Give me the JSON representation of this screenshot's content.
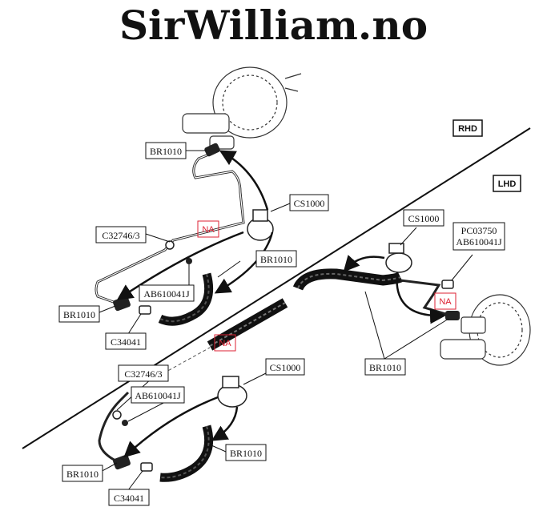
{
  "title": "SirWilliam.no",
  "regions": {
    "rhd": "RHD",
    "lhd": "LHD"
  },
  "colors": {
    "na": "#dd2233",
    "ink": "#111111"
  },
  "labels": {
    "br1010_top": "BR1010",
    "cs1000_rhd": "CS1000",
    "na_rhd": "NA",
    "c32746_rhd": "C32746/3",
    "br1010_rhd_hose": "BR1010",
    "ab610041j_rhd": "AB610041J",
    "br1010_rhd_left": "BR1010",
    "c34041_rhd": "C34041",
    "cs1000_lhd_top": "CS1000",
    "pc03750": "PC03750",
    "ab610041j_lhd_right": "AB610041J",
    "na_lhd_right": "NA",
    "br1010_lhd_right": "BR1010",
    "na_middle": "NA",
    "c32746_lhd": "C32746/3",
    "cs1000_lhd_bottom": "CS1000",
    "ab610041j_lhd": "AB610041J",
    "br1010_lhd_hose": "BR1010",
    "br1010_lhd_left": "BR1010",
    "c34041_lhd": "C34041"
  }
}
